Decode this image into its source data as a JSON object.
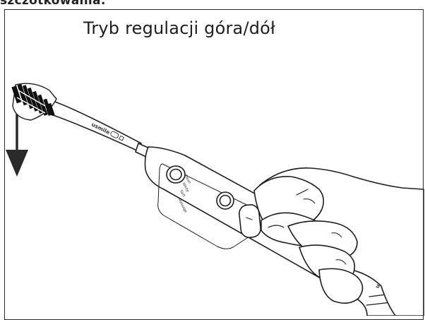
{
  "header": {
    "clipped_heading": "szczotkowania:"
  },
  "figure": {
    "title": "Tryb regulacji góra/dół",
    "brand": "usmile",
    "handle_mode_labels": [
      "Clean",
      "White",
      "Soft",
      "Massage"
    ],
    "arrow_direction": "down",
    "colors": {
      "line": "#1e1e1e",
      "arrow": "#2a2a2a",
      "bristles": "#111111"
    }
  }
}
